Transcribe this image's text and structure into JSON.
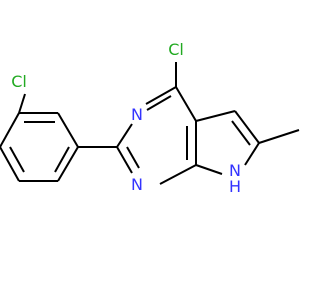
{
  "molecule": {
    "atoms": {
      "cl_top": "Cl",
      "cl_left": "Cl",
      "n_top": "N",
      "n_bottom": "N",
      "nh": "N",
      "nh_h": "H"
    },
    "colors": {
      "carbon_bond": "#000000",
      "nitrogen": "#3333ff",
      "chlorine": "#22aa22",
      "background": "#ffffff"
    }
  }
}
